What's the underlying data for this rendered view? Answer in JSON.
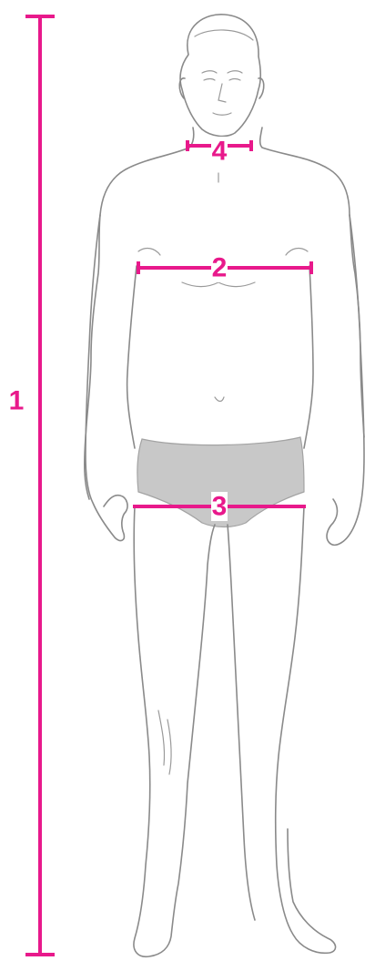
{
  "colors": {
    "accent": "#e8198b",
    "outline": "#8a8a8a",
    "underwear": "#c8c8c8",
    "background": "#ffffff"
  },
  "measurements": [
    {
      "label": "1",
      "name": "height"
    },
    {
      "label": "2",
      "name": "chest"
    },
    {
      "label": "3",
      "name": "hips"
    },
    {
      "label": "4",
      "name": "neck"
    }
  ]
}
